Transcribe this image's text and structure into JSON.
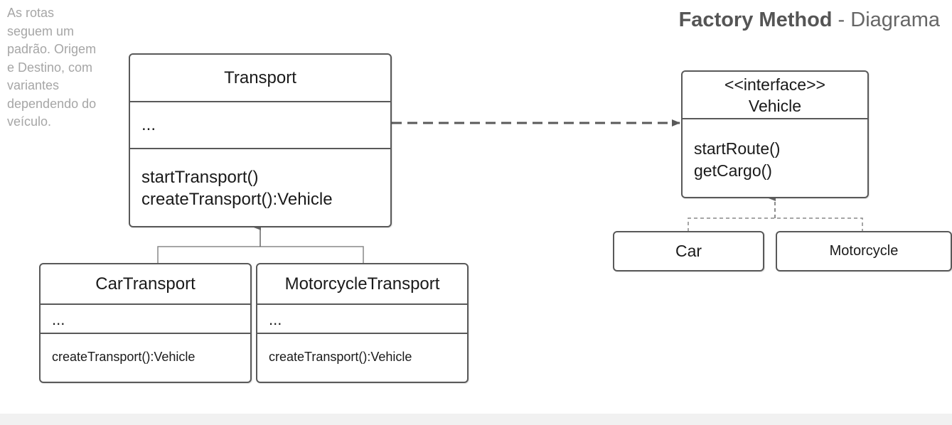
{
  "note": "As rotas\nseguem um\npadrão. Origem\ne Destino, com\nvariantes\ndependendo do\nveículo.",
  "title": {
    "bold": "Factory Method",
    "sep": " - ",
    "light": "Diagrama"
  },
  "classes": {
    "transport": {
      "name": "Transport",
      "attributes": "...",
      "methods": [
        "startTransport()",
        "createTransport():Vehicle"
      ]
    },
    "car_transport": {
      "name": "CarTransport",
      "attributes": "...",
      "methods": [
        "createTransport():Vehicle"
      ]
    },
    "motorcycle_transport": {
      "name": "MotorcycleTransport",
      "attributes": "...",
      "methods": [
        "createTransport():Vehicle"
      ]
    },
    "vehicle": {
      "stereotype": "<<interface>>",
      "name": "Vehicle",
      "methods": [
        "startRoute()",
        "getCargo()"
      ]
    },
    "car": {
      "name": "Car"
    },
    "motorcycle": {
      "name": "Motorcycle"
    }
  }
}
